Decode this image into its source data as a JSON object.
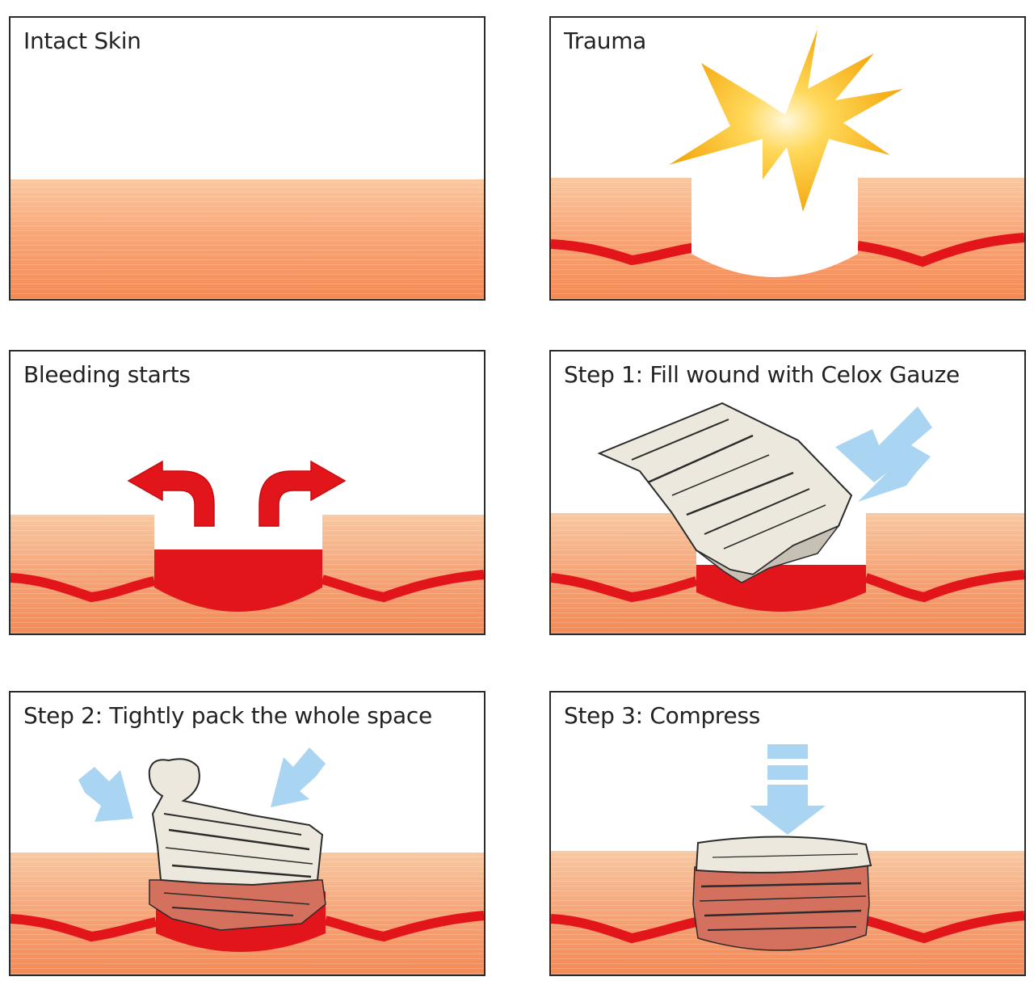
{
  "panels": [
    {
      "caption": "Intact Skin"
    },
    {
      "caption": "Trauma"
    },
    {
      "caption": "Bleeding starts"
    },
    {
      "caption": "Step 1: Fill wound with Celox Gauze"
    },
    {
      "caption": "Step 2: Tightly pack the whole space"
    },
    {
      "caption": "Step 3: Compress"
    }
  ],
  "colors": {
    "skin_top": "#f9c8a0",
    "skin_mid": "#f7a77a",
    "skin_bottom": "#f48a55",
    "blood": "#e2151b",
    "blood_dark": "#c70d12",
    "explosion": "#f6b715",
    "explosion_light": "#fff4c2",
    "arrow_blue": "#a9d4f2",
    "gauze": "#ede8de",
    "gauze_shadow": "#c7c1b5",
    "soaked_gauze": "#d4705e",
    "outline": "#2b2b2b"
  },
  "icons": {
    "trauma": "explosion-icon",
    "bleeding": "curved-arrow-icon",
    "insert": "blue-arrow-icon",
    "compress": "compress-arrow-icon"
  }
}
